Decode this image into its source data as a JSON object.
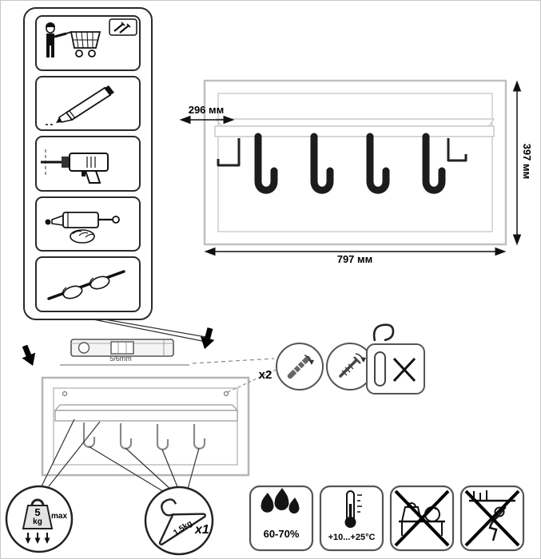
{
  "dimensions": {
    "depth": "296 мм",
    "height": "397 мм",
    "width": "797 мм"
  },
  "installation": {
    "drill_size": "5/6mm",
    "fastener_quantity": "x2"
  },
  "load": {
    "shelf_max_value": "5",
    "shelf_max_unit": "kg",
    "shelf_max_label": "max",
    "hook_max": "1.5kg",
    "hook_quantity": "x1"
  },
  "conditions": {
    "humidity": "60-70%",
    "temperature": "+10...+25°C"
  },
  "icons": {
    "tool_steps": [
      "person-with-shopping-cart",
      "pencil-marking",
      "drill",
      "adhesive-applicator",
      "manual-insertion"
    ],
    "fastener_details": [
      "wall-plug",
      "screw"
    ],
    "prohibitions": [
      "no-heavy-objects-on-shelf",
      "no-climbing-or-hanging"
    ]
  },
  "colors": {
    "line": "#1a1a1a",
    "panel_outline": "#c0c0c0",
    "background": "#ffffff"
  }
}
